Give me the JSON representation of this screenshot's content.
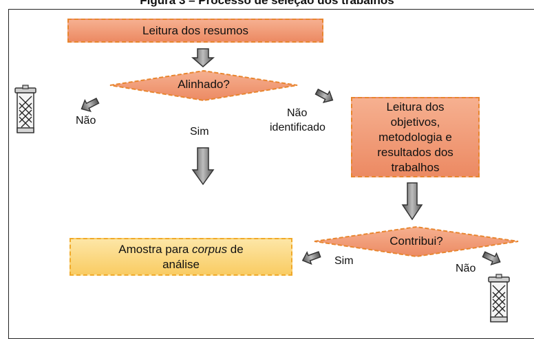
{
  "figure": {
    "title": "Figura 3 – Processo de seleção dos trabalhos"
  },
  "nodes": {
    "leitura_resumos": "Leitura dos resumos",
    "alinhado": "Alinhado?",
    "leitura_objetivos": [
      "Leitura dos",
      "objetivos,",
      "metodologia e",
      "resultados dos",
      "trabalhos"
    ],
    "contribui": "Contribui?",
    "amostra_prefix": "Amostra para ",
    "amostra_italic": "corpus",
    "amostra_suffix": " de",
    "amostra_line2": "análise"
  },
  "edges": {
    "nao_left": "Não",
    "sim_center": "Sim",
    "nao_identificado_1": "Não",
    "nao_identificado_2": "identificado",
    "sim_bottom": "Sim",
    "nao_bottom": "Não"
  },
  "colors": {
    "orange_fill": "#ec8a63",
    "orange_border": "#e8852e",
    "yellow_fill": "#f9cc63",
    "arrow_fill": "#7a7a7a"
  },
  "icons": [
    "trash-can-icon",
    "trash-can-icon"
  ]
}
